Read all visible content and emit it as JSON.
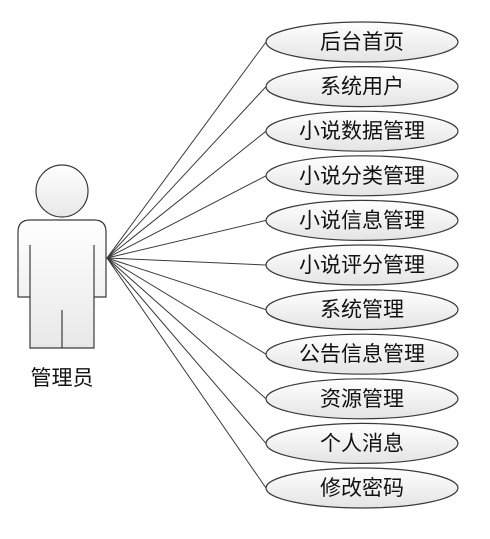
{
  "actor": {
    "label": "管理员"
  },
  "use_cases": [
    {
      "label": "后台首页"
    },
    {
      "label": "系统用户"
    },
    {
      "label": "小说数据管理"
    },
    {
      "label": "小说分类管理"
    },
    {
      "label": "小说信息管理"
    },
    {
      "label": "小说评分管理"
    },
    {
      "label": "系统管理"
    },
    {
      "label": "公告信息管理"
    },
    {
      "label": "资源管理"
    },
    {
      "label": "个人消息"
    },
    {
      "label": "修改密码"
    }
  ],
  "colors": {
    "stroke": "#3a3a3a",
    "ellipse_fill_top": "#ffffff",
    "ellipse_fill_bottom": "#e4e4e4",
    "text": "#111111"
  }
}
